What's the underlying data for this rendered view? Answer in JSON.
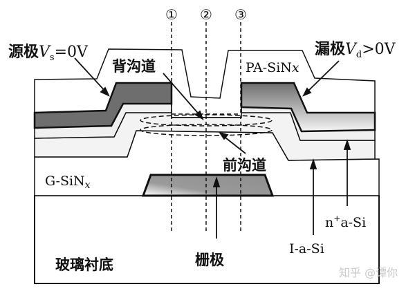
{
  "labels": {
    "source": "源极",
    "source_v": "V",
    "source_sub": "s",
    "source_eq": "=0V",
    "drain": "漏极",
    "drain_v": "V",
    "drain_sub": "d",
    "drain_eq": ">0V",
    "back_channel": "背沟道",
    "front_channel": "前沟道",
    "passivation": "PA-SiN",
    "passivation_x": "x",
    "gate_insulator": "G-SiN",
    "gate_insulator_x": "x",
    "glass_substrate": "玻璃衬底",
    "gate": "栅极",
    "intrinsic_si": "I-a-Si",
    "n_plus": "n",
    "n_plus_sup": "+",
    "n_plus_rest": "a-Si",
    "marker_1": "①",
    "marker_2": "②",
    "marker_3": "③"
  },
  "watermark": "知乎 @谭你",
  "colors": {
    "metal": "#6e6e6e",
    "semiconductor": "#f2f2f2",
    "gate": "#9a9a9a",
    "line": "#111111"
  }
}
